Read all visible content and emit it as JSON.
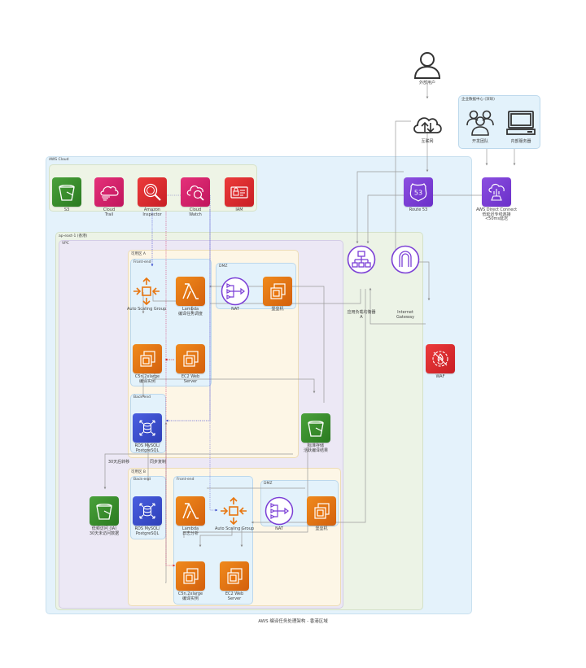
{
  "diagram_title": "AWS 编译任务处理架构 - 香港区域",
  "external": {
    "user_label": "外部用户",
    "internet_label": "互联网"
  },
  "corp_dc": {
    "title": "企业数据中心 (深圳)",
    "dev_team": "开发团队",
    "internal_server": "内部服务器"
  },
  "cloud": {
    "title": "AWS Cloud",
    "services": [
      {
        "name": "s3",
        "lines": [
          "S3"
        ]
      },
      {
        "name": "cloudtrail",
        "lines": [
          "Cloud",
          "Trail"
        ]
      },
      {
        "name": "inspector",
        "lines": [
          "Amazon",
          "Inspector"
        ]
      },
      {
        "name": "cloudwatch",
        "lines": [
          "Cloud",
          "Watch"
        ]
      },
      {
        "name": "iam",
        "lines": [
          "IAM"
        ]
      }
    ],
    "route53": "Route 53",
    "direct_connect": [
      "AWS Direct Connect",
      "低延迟专线连接",
      "<50ms延迟"
    ]
  },
  "region": {
    "title": "ap-east-1 (香港)",
    "vpc_title": "VPC",
    "alb": [
      "应用负载均衡器",
      "A"
    ],
    "igw": [
      "Internet",
      "Gateway"
    ],
    "waf": "WAF",
    "s3_standard": [
      "标准存储",
      "活跃编译结果"
    ],
    "s3_ia": [
      "低频访问 (IA)",
      "30天未访问数据"
    ],
    "lifecycle_label": "30天后转移",
    "sync_label": "同步复制"
  },
  "az_a": {
    "title": "可用区 A",
    "frontend_title": "Front-end",
    "dmz_title": "DMZ",
    "backend_title": "Back-end",
    "asg": "Auto Scaling Group",
    "lambda": [
      "Lambda",
      "编译任务调度"
    ],
    "nat": "NAT",
    "bastion": "堡垒机",
    "c5n": [
      "C5n.2xlarge",
      "编译实例"
    ],
    "ec2web": [
      "EC2 Web",
      "Server"
    ],
    "rds": [
      "RDS MySQL/",
      "PostgreSQL"
    ]
  },
  "az_b": {
    "title": "可用区 B",
    "frontend_title": "Front-end",
    "dmz_title": "DMZ",
    "backend_title": "Back-end",
    "asg": "Auto Scaling Group",
    "lambda": [
      "Lambda",
      "日志分析"
    ],
    "nat": "NAT",
    "bastion": "堡垒机",
    "c5n": [
      "C5n.2xlarge",
      "编译实例"
    ],
    "ec2web": [
      "EC2 Web",
      "Server"
    ],
    "rds": [
      "RDS MySQL/",
      "PostgreSQL"
    ]
  },
  "colors": {
    "compute": "#e8760f",
    "storage": "#3b8c2e",
    "management": "#d42069",
    "security": "#d6262b",
    "networking": "#7b3fd6",
    "database": "#3a4fd0"
  }
}
